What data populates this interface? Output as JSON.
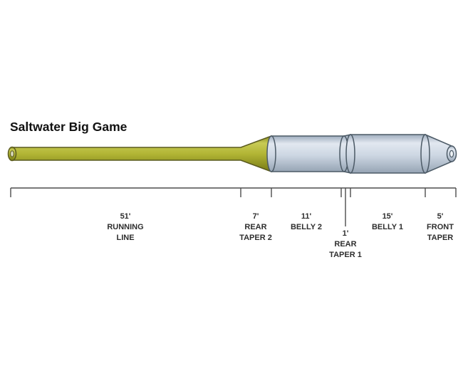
{
  "title": "Saltwater Big Game",
  "diagram": {
    "type": "fly-line-taper-profile",
    "sections": [
      {
        "name": "running-line",
        "length": "51'",
        "lines": [
          "RUNNING",
          "LINE"
        ]
      },
      {
        "name": "rear-taper-2",
        "length": "7'",
        "lines": [
          "REAR",
          "TAPER 2"
        ]
      },
      {
        "name": "belly-2",
        "length": "11'",
        "lines": [
          "BELLY 2"
        ]
      },
      {
        "name": "rear-taper-1",
        "length": "1'",
        "lines": [
          "REAR",
          "TAPER 1"
        ]
      },
      {
        "name": "belly-1",
        "length": "15'",
        "lines": [
          "BELLY 1"
        ]
      },
      {
        "name": "front-taper",
        "length": "5'",
        "lines": [
          "FRONT",
          "TAPER"
        ]
      }
    ]
  },
  "colors": {
    "running_line_fill": "#b2b535",
    "running_line_outline": "#5a5a1e",
    "belly_fill": "#ccd6e2",
    "belly_outline": "#4c5a66",
    "ruler": "#4d4d4d",
    "label_text": "#2e2e2e",
    "background": "#ffffff"
  }
}
